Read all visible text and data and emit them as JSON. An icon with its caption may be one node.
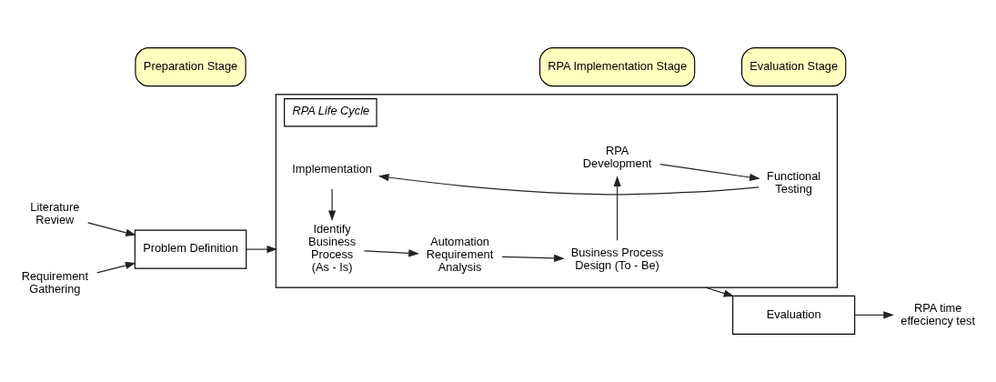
{
  "diagram": {
    "nodes": [
      {
        "text": [
          "Literature Review"
        ]
      },
      {
        "text": [
          "Requirement Gathering"
        ]
      },
      {
        "text": [
          "Problem Definition"
        ]
      },
      {
        "text": [
          "RPA Life Cycle"
        ]
      },
      {
        "text": [
          "Identify Business Process (As - Is)"
        ],
        "in": 3
      },
      {
        "text": [
          "Automation Requirement Analysis"
        ],
        "in": 3
      },
      {
        "text": [
          "Business Process Design (To - Be)"
        ],
        "in": 3
      },
      {
        "text": [
          "RPA Development"
        ],
        "in": 3
      },
      {
        "text": [
          "Functional Testing"
        ],
        "in": 3
      },
      {
        "text": [
          "Implementation"
        ],
        "in": 3
      },
      {
        "text": [
          "Evaluation"
        ]
      },
      {
        "text": [
          "RPA time effeciency test"
        ]
      },
      {
        "text": [
          "Preparation Stage"
        ]
      },
      {
        "text": [
          "RPA Implementation Stage"
        ]
      },
      {
        "text": [
          "Evaluation Stage"
        ]
      }
    ],
    "edges": [
      {
        "from": 0,
        "to": 2,
        "arrow": "to"
      },
      {
        "from": 1,
        "to": 2,
        "arrow": "to"
      },
      {
        "from": 2,
        "to": 3,
        "arrow": "to"
      },
      {
        "from": 4,
        "to": 5,
        "arrow": "to"
      },
      {
        "from": 5,
        "to": 6,
        "arrow": "to"
      },
      {
        "from": 6,
        "to": 7,
        "arrow": "to"
      },
      {
        "from": 7,
        "to": 8,
        "arrow": "to"
      },
      {
        "from": 8,
        "to": 9,
        "arrow": "to"
      },
      {
        "from": 9,
        "to": 4,
        "arrow": "to"
      },
      {
        "from": 3,
        "to": 10,
        "arrow": "to"
      },
      {
        "from": 10,
        "to": 11,
        "arrow": "to"
      }
    ]
  }
}
